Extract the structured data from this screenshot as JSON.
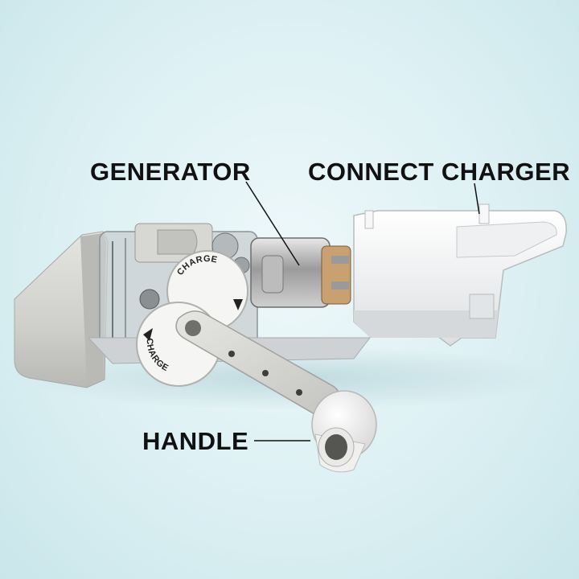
{
  "labels": {
    "generator": "GENERATOR",
    "connect_charger": "CONNECT CHARGER",
    "handle": "HANDLE"
  },
  "dials": {
    "top": "CHARGE",
    "bottom": "CHARGE"
  },
  "colors": {
    "background": "#dcf0f3",
    "casing": "#d9d9d6",
    "shell": "#f4f5f6",
    "label_text": "#111111"
  }
}
